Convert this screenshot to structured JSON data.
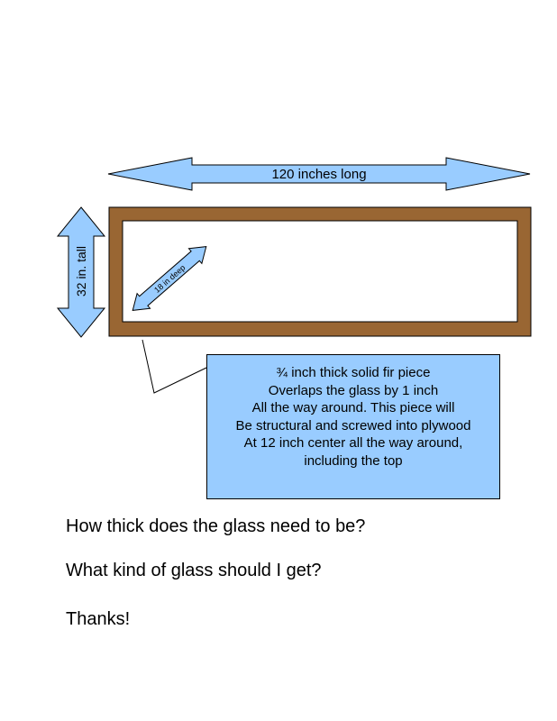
{
  "dimensions": {
    "length": "120 inches long",
    "height": "32 in. tall",
    "depth": "18 in deep"
  },
  "note": {
    "lines": [
      "¾ inch thick solid fir piece",
      "Overlaps the glass by 1 inch",
      "All the way around.  This piece will",
      "Be structural and screwed into plywood",
      "At 12 inch center all the way around,",
      "including the top"
    ]
  },
  "questions": {
    "q1": "How thick does the glass need to be?",
    "q2": "What kind of glass should I get?",
    "thanks": "Thanks!"
  },
  "colors": {
    "arrow_fill": "#99ccff",
    "frame": "#996633",
    "note_fill": "#99ccff"
  }
}
